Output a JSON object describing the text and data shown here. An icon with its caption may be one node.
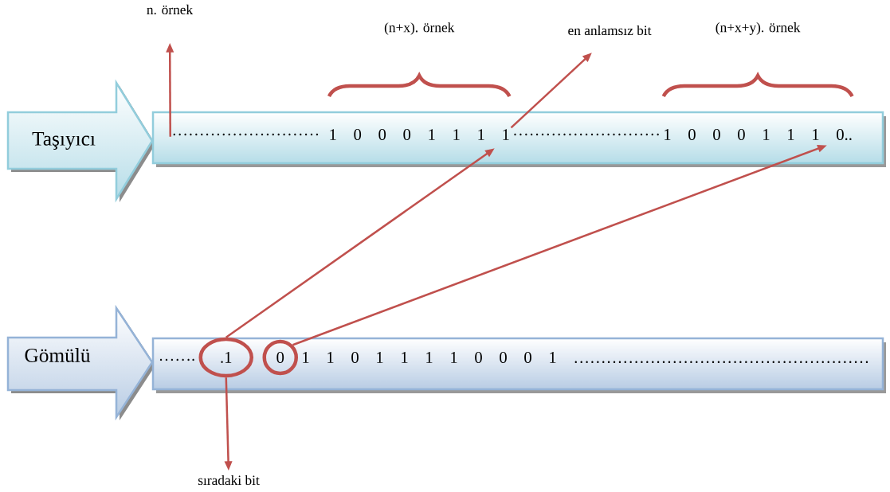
{
  "diagram": {
    "nodes": [
      {
        "text": [
          "Taşıyıcı"
        ]
      },
      {
        "text": [],
        "shape": "bar"
      },
      {
        "text": [
          "………………………"
        ],
        "in": 1
      },
      {
        "text": [
          "1 0 0 0 1 1 1 1"
        ],
        "in": 1
      },
      {
        "text": [
          "………………………"
        ],
        "in": 1
      },
      {
        "text": [
          "1 0 0 0 1 1 1 0.."
        ],
        "in": 1
      },
      {
        "text": [
          "Gömülü"
        ]
      },
      {
        "text": [],
        "shape": "bar"
      },
      {
        "text": [
          "……."
        ],
        "in": 7
      },
      {
        "text": [
          ".1"
        ],
        "in": 7
      },
      {
        "text": [
          "0"
        ],
        "in": 7
      },
      {
        "text": [
          "1 1 0 1 1 1 1 0 0 0 1 ………………………………………………"
        ],
        "in": 7
      },
      {
        "text": [
          "n. örnek"
        ]
      },
      {
        "text": [
          "en anlamsız bit"
        ]
      },
      {
        "text": [
          "sıradaki bit"
        ]
      }
    ],
    "edges": [
      {
        "from": 2,
        "to": 12,
        "arrow": "to"
      },
      {
        "from": 3,
        "to": 13,
        "arrow": "to"
      },
      {
        "from": 9,
        "to": 3,
        "arrow": "to"
      },
      {
        "from": 10,
        "to": 5,
        "arrow": "to"
      },
      {
        "from": 9,
        "to": 14,
        "arrow": "to"
      }
    ],
    "labels": [
      "(n+x). örnek",
      "(n+x+y). örnek"
    ]
  }
}
